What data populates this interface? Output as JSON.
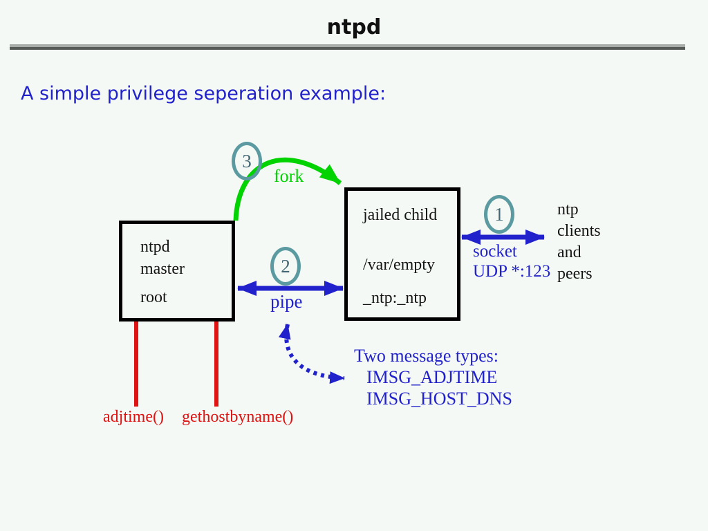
{
  "colors": {
    "green": "#00d300",
    "blue": "#2222cc",
    "red": "#e01313",
    "teal": "#5b9aa0",
    "teal_dark": "#436672",
    "rule_light": "#a9ada9",
    "rule_dark": "#575b57",
    "bg": "#f5f9f5",
    "ink": "#151515"
  },
  "header": {
    "title": "ntpd"
  },
  "subtitle": "A simple privilege seperation example:",
  "diagram": {
    "master_box": {
      "line1": "ntpd",
      "line2": "master",
      "line3": "root"
    },
    "child_box": {
      "line1": "jailed child",
      "line2": "/var/empty",
      "line3": "_ntp:_ntp"
    },
    "badges": {
      "fork": "3",
      "pipe": "2",
      "socket": "1"
    },
    "labels": {
      "fork": "fork",
      "pipe": "pipe",
      "socket_line1": "socket",
      "socket_line2": "UDP *:123"
    },
    "clients": [
      "ntp",
      "clients",
      "and",
      "peers"
    ],
    "messages": {
      "title": "Two message types:",
      "item1": "IMSG_ADJTIME",
      "item2": "IMSG_HOST_DNS"
    },
    "syscalls": {
      "adjtime": "adjtime()",
      "gethostbyname": "gethostbyname()"
    }
  }
}
